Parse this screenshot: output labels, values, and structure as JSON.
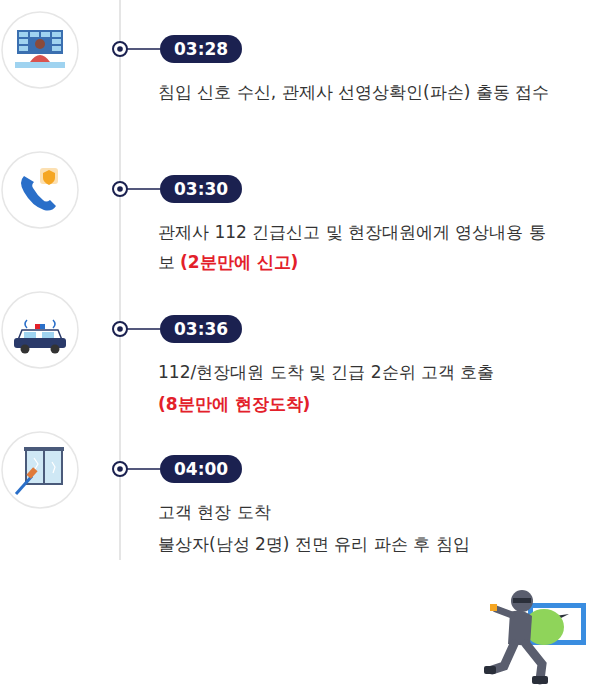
{
  "diagram": {
    "nodes": [
      {
        "text": [
          "03:28"
        ]
      },
      {
        "text": [
          "03:30"
        ]
      },
      {
        "text": [
          "03:36"
        ]
      },
      {
        "text": [
          "04:00"
        ]
      }
    ],
    "labels": [
      "침입 신호 수신, 관제사 선영상확인(파손) 출동 접수",
      "관제사 112 긴급신고 및 현장대원에게 영상내용 통보",
      "(2분만에 신고)",
      "112/현장대원 도착 및 긴급 2순위 고객 호출",
      "(8분만에 현장도착)",
      "고객 현장 도착",
      "불상자(남성 2명) 전면 유리 파손 후 침입"
    ]
  }
}
